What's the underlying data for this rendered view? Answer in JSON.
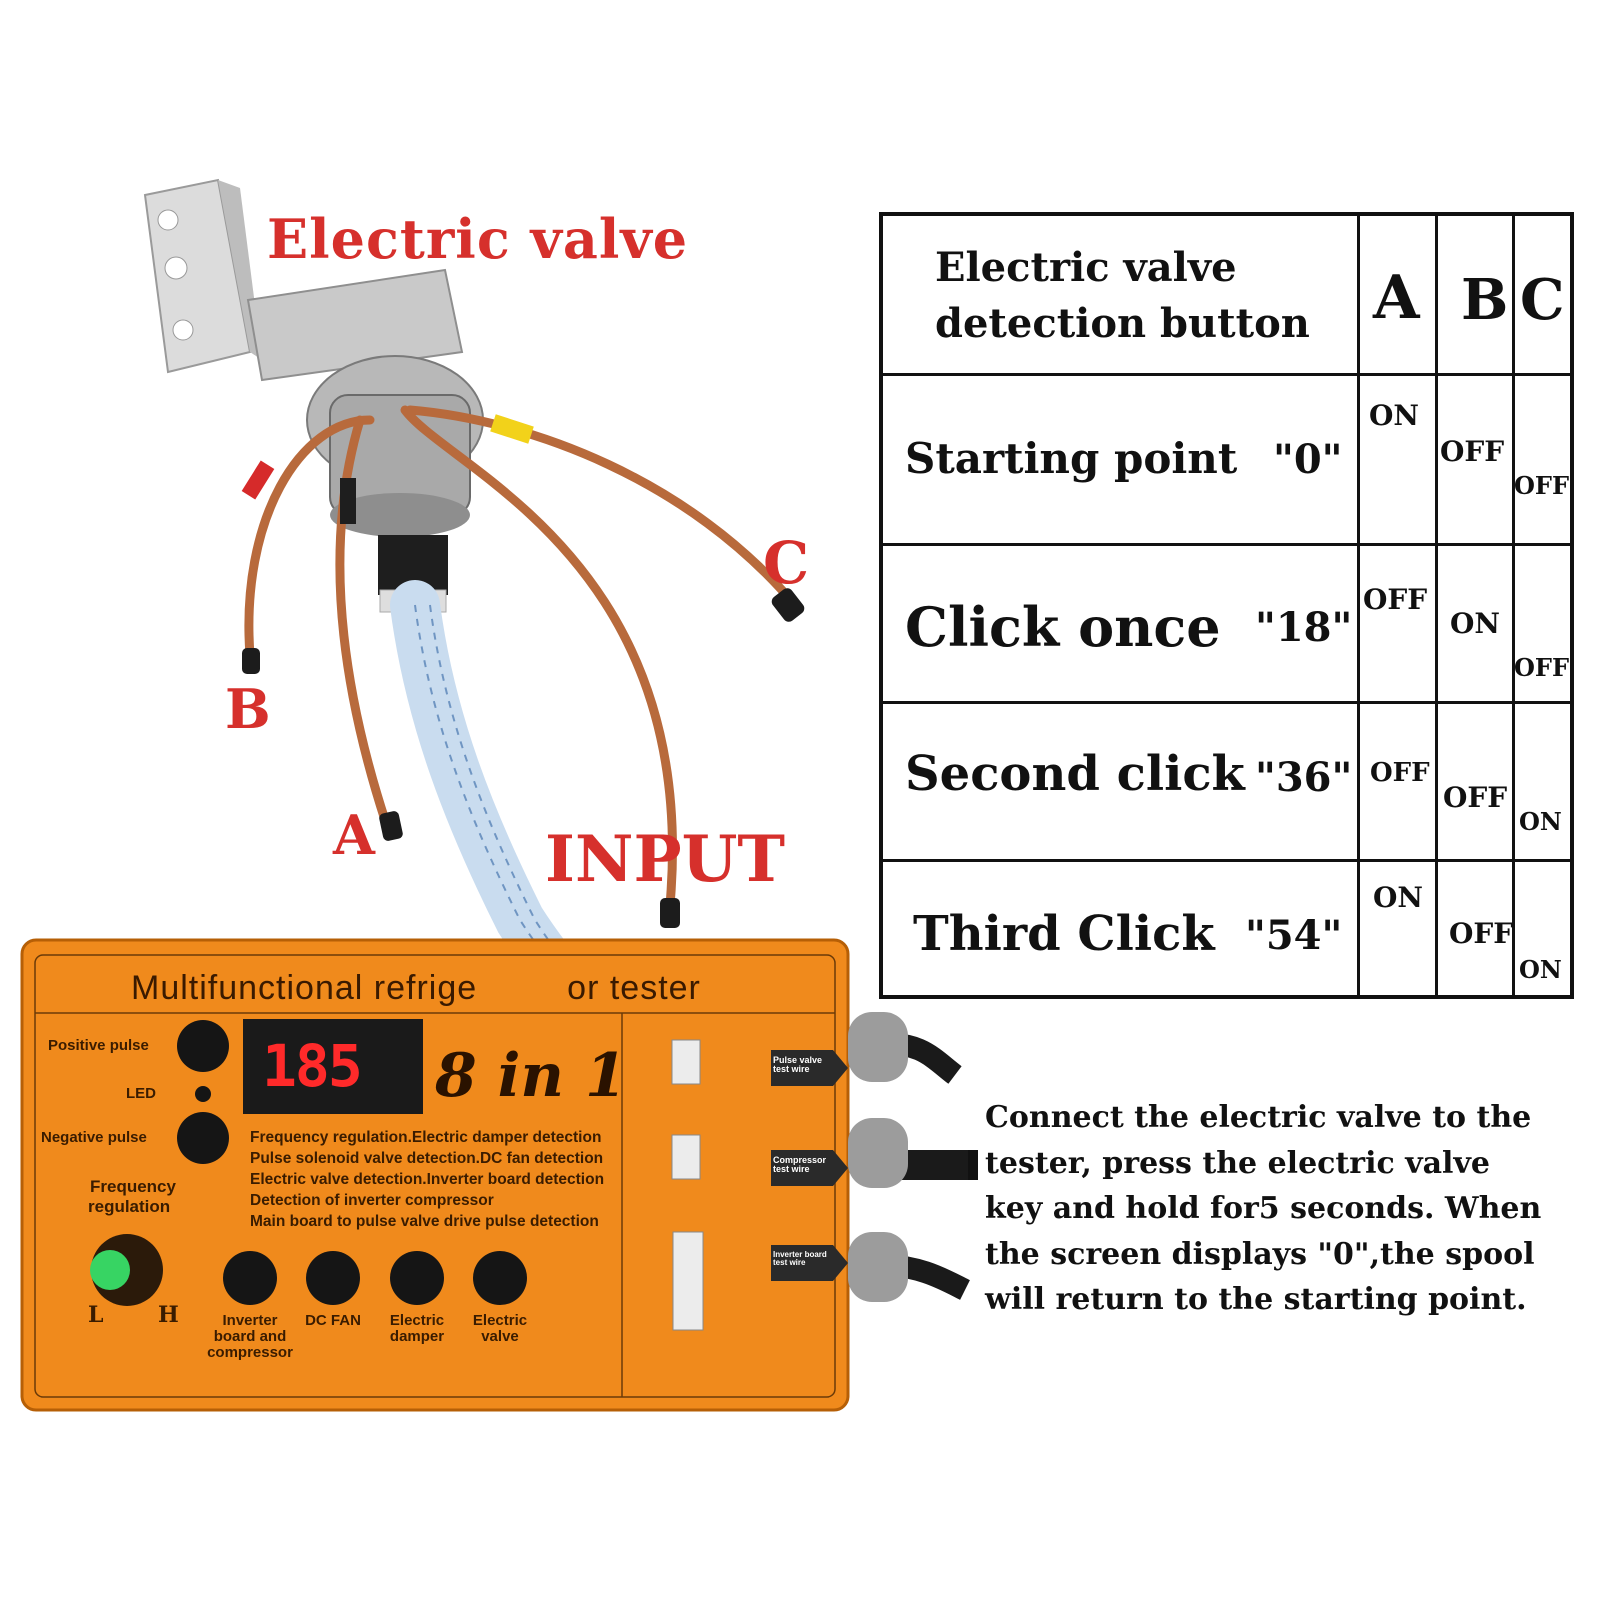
{
  "labels": {
    "title": "Electric valve",
    "port_c": "C",
    "port_b": "B",
    "port_a": "A",
    "input": "INPUT"
  },
  "table": {
    "header": {
      "label_line1": "Electric valve",
      "label_line2": "detection button",
      "col_a": "A",
      "col_b": "B",
      "col_c": "C"
    },
    "rows": [
      {
        "step": "Starting point",
        "value": "\"0\"",
        "a": "ON",
        "b": "OFF",
        "c": "OFF"
      },
      {
        "step": "Click once",
        "value": "\"18\"",
        "a": "OFF",
        "b": "ON",
        "c": "OFF"
      },
      {
        "step": "Second click",
        "value": "\"36\"",
        "a": "OFF",
        "b": "OFF",
        "c": "ON"
      },
      {
        "step": "Third Click",
        "value": "\"54\"",
        "a": "ON",
        "b": "OFF",
        "c": "ON"
      }
    ]
  },
  "tester": {
    "title": "Multifunctional refrige",
    "title_end": "or tester",
    "display": "185",
    "model": "8 in 1",
    "positive_pulse": "Positive pulse",
    "led": "LED",
    "negative_pulse": "Negative pulse",
    "frequency": "Frequency",
    "regulation": "regulation",
    "knob_low": "L",
    "knob_high": "H",
    "features": [
      "Frequency regulation.Electric damper detection",
      "Pulse solenoid valve detection.DC fan detection",
      "Electric valve detection.Inverter board detection",
      "Detection of inverter compressor",
      "Main board to pulse valve drive pulse detection"
    ],
    "buttons": {
      "inverter_line1": "Inverter",
      "inverter_line2": "board and",
      "inverter_line3": "compressor",
      "dc_fan": "DC FAN",
      "damper_line1": "Electric",
      "damper_line2": "damper",
      "valve_line1": "Electric",
      "valve_line2": "valve"
    },
    "ports": {
      "pulse_valve_line1": "Pulse valve",
      "pulse_valve_line2": "test wire",
      "compressor_line1": "Compressor",
      "compressor_line2": "test wire",
      "inverter_line1": "Inverter board",
      "inverter_line2": "test wire"
    }
  },
  "instruction": [
    "Connect the electric valve to the",
    "tester, press the electric valve",
    "key and hold for5 seconds. When",
    "the screen displays \"0\",the spool",
    "will return to the starting point."
  ],
  "colors": {
    "label_red": "#d6302c",
    "panel_orange": "#f08a1c",
    "copper": "#b86a3c",
    "display_red": "#ff2a2a"
  }
}
